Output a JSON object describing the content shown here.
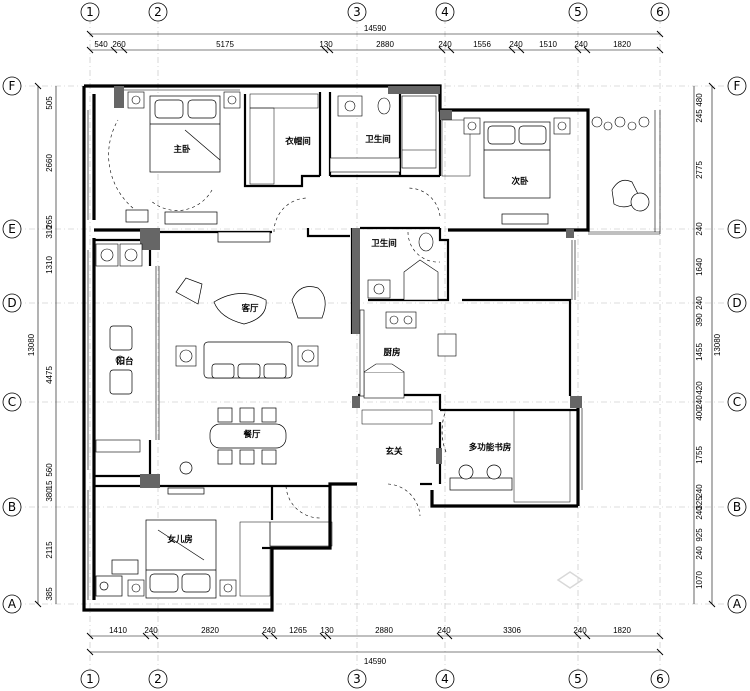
{
  "axes": {
    "columns": [
      "1",
      "2",
      "3",
      "4",
      "5",
      "6"
    ],
    "rows": [
      "F",
      "E",
      "D",
      "C",
      "B",
      "A"
    ]
  },
  "rooms": {
    "master_bedroom": "主卧",
    "walk_in_closet": "衣帽间",
    "bathroom_top": "卫生间",
    "second_bedroom": "次卧",
    "bathroom_mid": "卫生间",
    "living_room": "客厅",
    "balcony": "阳台",
    "kitchen": "厨房",
    "dining_room": "餐厅",
    "entrance": "玄关",
    "study": "多功能书房",
    "daughter_room": "女儿房"
  },
  "dims": {
    "top_total": "14590",
    "top": [
      "540",
      "260",
      "5175",
      "130",
      "2880",
      "240",
      "1556",
      "240",
      "1510",
      "240",
      "1820"
    ],
    "bottom_total": "14590",
    "bottom": [
      "1410",
      "240",
      "2820",
      "240",
      "1265",
      "130",
      "2880",
      "240",
      "3306",
      "240",
      "1820"
    ],
    "left_total": "13080",
    "left": [
      "505",
      "2660",
      "265",
      "310",
      "1310",
      "4475",
      "560",
      "15",
      "380",
      "2115",
      "385"
    ],
    "right_total": "13080",
    "right": [
      "480",
      "245",
      "2775",
      "240",
      "1640",
      "240",
      "390",
      "1455",
      "420",
      "240",
      "400",
      "1755",
      "240",
      "325",
      "240",
      "925",
      "240",
      "1070"
    ]
  }
}
